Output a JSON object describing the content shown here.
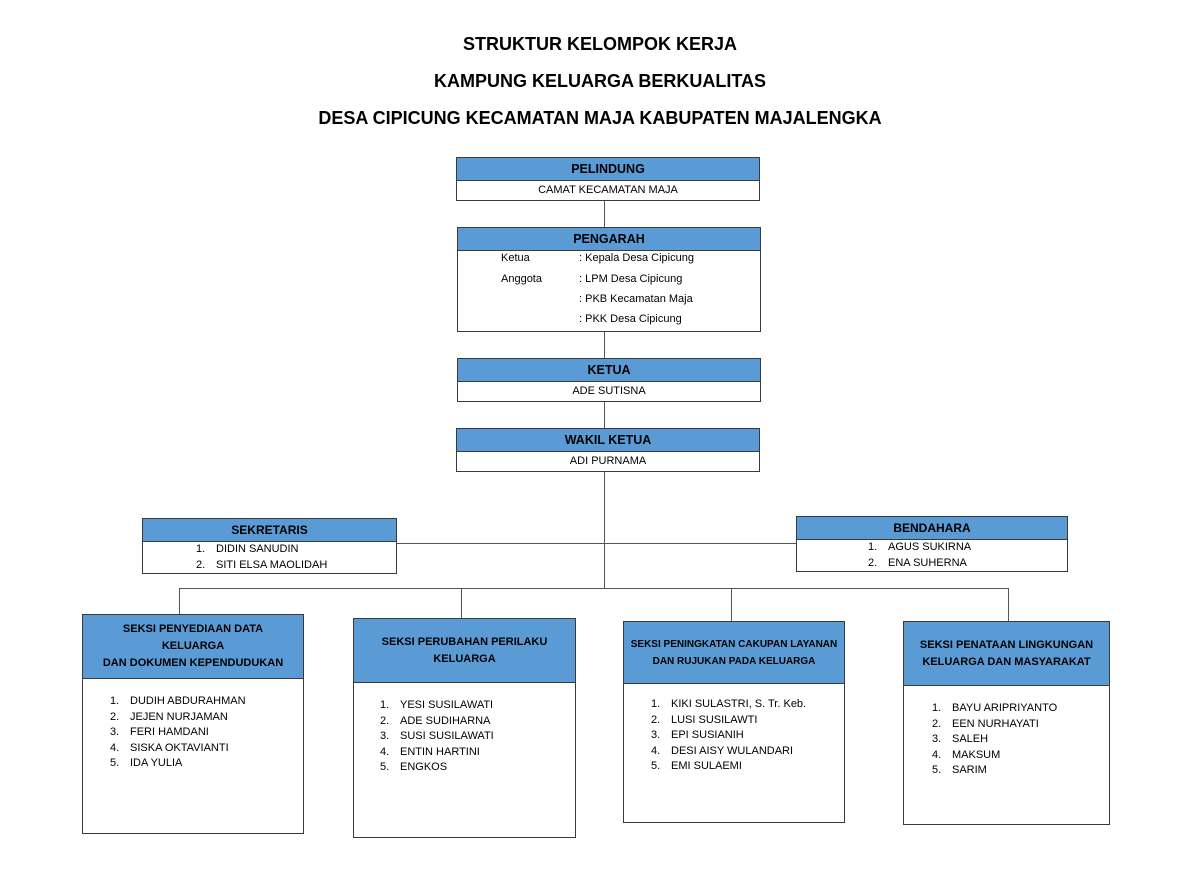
{
  "titles": [
    "STRUKTUR KELOMPOK KERJA",
    "KAMPUNG KELUARGA BERKUALITAS",
    "DESA CIPICUNG KECAMATAN MAJA KABUPATEN MAJALENGKA"
  ],
  "pelindung": {
    "title": "PELINDUNG",
    "name": "CAMAT KECAMATAN MAJA"
  },
  "pengarah": {
    "title": "PENGARAH",
    "rows": [
      {
        "label": "Ketua",
        "value": ": Kepala Desa Cipicung"
      },
      {
        "label": "Anggota",
        "value": ": LPM Desa Cipicung"
      },
      {
        "label": "",
        "value": ": PKB Kecamatan Maja"
      },
      {
        "label": "",
        "value": ": PKK Desa Cipicung"
      }
    ]
  },
  "ketua": {
    "title": "KETUA",
    "name": "ADE SUTISNA"
  },
  "wakil": {
    "title": "WAKIL KETUA",
    "name": "ADI PURNAMA"
  },
  "sekretaris": {
    "title": "SEKRETARIS",
    "items": [
      {
        "n": "1.",
        "t": "DIDIN SANUDIN"
      },
      {
        "n": "2.",
        "t": "SITI ELSA MAOLIDAH"
      }
    ]
  },
  "bendahara": {
    "title": "BENDAHARA",
    "items": [
      {
        "n": "1.",
        "t": "AGUS SUKIRNA"
      },
      {
        "n": "2.",
        "t": "ENA SUHERNA"
      }
    ]
  },
  "seksi": [
    {
      "title1": "SEKSI PENYEDIAAN DATA KELUARGA",
      "title2": "DAN DOKUMEN KEPENDUDUKAN",
      "items": [
        {
          "n": "1.",
          "t": "DUDIH ABDURAHMAN"
        },
        {
          "n": "2.",
          "t": "JEJEN NURJAMAN"
        },
        {
          "n": "3.",
          "t": "FERI HAMDANI"
        },
        {
          "n": "4.",
          "t": "SISKA OKTAVIANTI"
        },
        {
          "n": "5.",
          "t": "IDA YULIA"
        }
      ]
    },
    {
      "title1": "SEKSI PERUBAHAN PERILAKU",
      "title2": "KELUARGA",
      "items": [
        {
          "n": "1.",
          "t": "YESI SUSILAWATI"
        },
        {
          "n": "2.",
          "t": "ADE SUDIHARNA"
        },
        {
          "n": "3.",
          "t": "SUSI SUSILAWATI"
        },
        {
          "n": "4.",
          "t": "ENTIN HARTINI"
        },
        {
          "n": "5.",
          "t": "ENGKOS"
        }
      ]
    },
    {
      "title1": "SEKSI PENINGKATAN CAKUPAN LAYANAN",
      "title2": "DAN RUJUKAN PADA KELUARGA",
      "items": [
        {
          "n": "1.",
          "t": "KIKI SULASTRI, S. Tr. Keb."
        },
        {
          "n": "2.",
          "t": "LUSI SUSILAWTI"
        },
        {
          "n": "3.",
          "t": "EPI SUSIANIH"
        },
        {
          "n": "4.",
          "t": "DESI AISY WULANDARI"
        },
        {
          "n": "5.",
          "t": "EMI SULAEMI"
        }
      ]
    },
    {
      "title1": "SEKSI PENATAAN LINGKUNGAN",
      "title2": "KELUARGA DAN MASYARAKAT",
      "items": [
        {
          "n": "1.",
          "t": "BAYU ARIPRIYANTO"
        },
        {
          "n": "2.",
          "t": "EEN NURHAYATI"
        },
        {
          "n": "3.",
          "t": "SALEH"
        },
        {
          "n": "4.",
          "t": "MAKSUM"
        },
        {
          "n": "5.",
          "t": "SARIM"
        }
      ]
    }
  ],
  "colors": {
    "header_fill": "#5b9bd5",
    "border": "#3a3a3a",
    "connector": "#555555"
  }
}
